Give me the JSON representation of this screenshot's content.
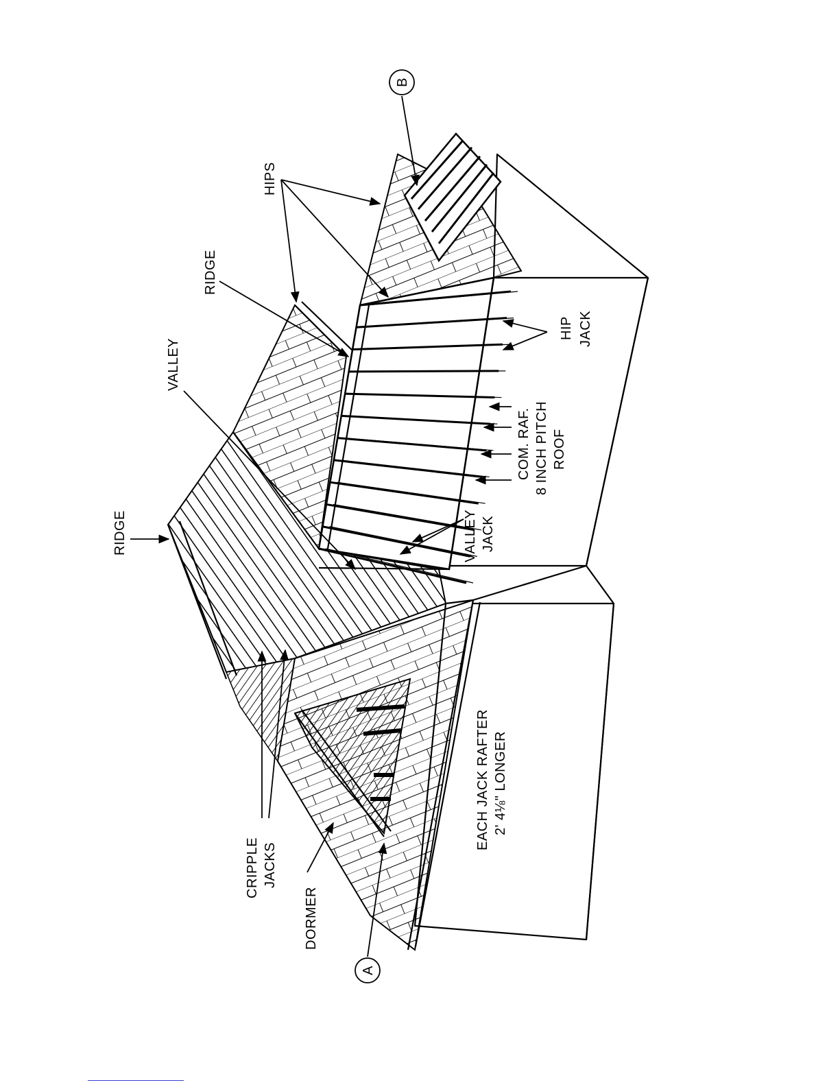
{
  "labels": {
    "ridge_left": "RIDGE",
    "valley": "VALLEY",
    "ridge_center": "RIDGE",
    "hips": "HIPS",
    "circle_b": "B",
    "circle_a": "A",
    "hip_jack_1": "HIP",
    "hip_jack_2": "JACK",
    "com_raf_1": "COM. RAF.",
    "com_raf_2": "8 INCH PITCH",
    "com_raf_3": "ROOF",
    "valley_jack_1": "VALLEY",
    "valley_jack_2": "JACK",
    "each_jack_1": "EACH JACK RAFTER",
    "each_jack_2": "2' 4⅛\" LONGER",
    "cripple_1": "CRIPPLE",
    "cripple_2": "JACKS",
    "dormer": "DORMER"
  },
  "colors": {
    "ink": "#000000",
    "paper": "#ffffff",
    "link": "#3b3bd6"
  }
}
